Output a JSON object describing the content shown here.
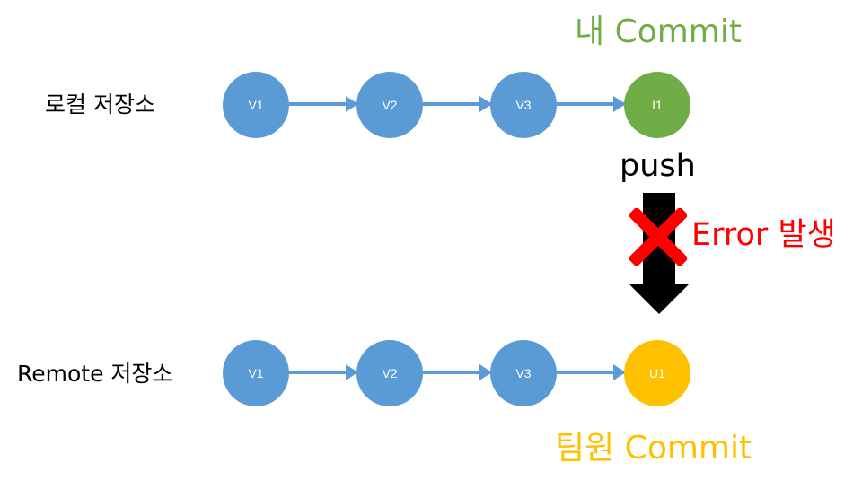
{
  "local": {
    "label": "로컬 저장소",
    "nodes": [
      "V1",
      "V2",
      "V3",
      "I1"
    ],
    "commit_title": "내 Commit"
  },
  "remote": {
    "label": "Remote 저장소",
    "nodes": [
      "V1",
      "V2",
      "V3",
      "U1"
    ],
    "commit_title": "팀원 Commit"
  },
  "push": {
    "label": "push",
    "error_label": "Error 발생"
  },
  "colors": {
    "node_default": "#5B9BD5",
    "my_commit": "#70AD47",
    "team_commit": "#FFC000",
    "error": "#FF0000",
    "arrow": "#000000"
  },
  "icons": {
    "push_arrow": "down-arrow-icon",
    "error_mark": "red-x-icon"
  }
}
